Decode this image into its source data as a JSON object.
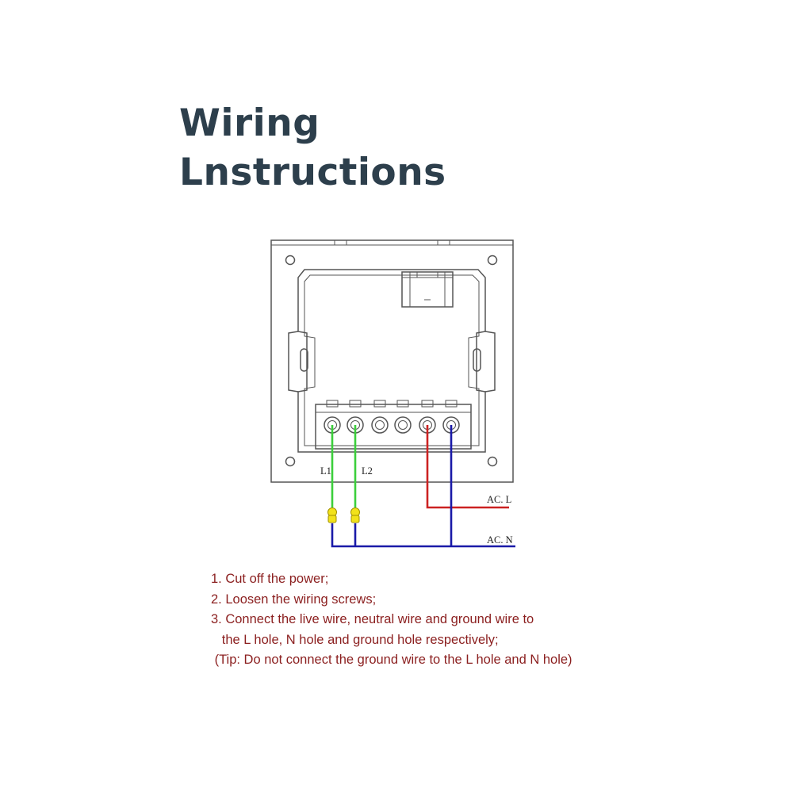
{
  "title": {
    "line1": "Wiring",
    "line2": "Lnstructions"
  },
  "diagram": {
    "labels": {
      "l1": "L1",
      "l2": "L2",
      "ac_l": "AC. L",
      "ac_n": "AC. N"
    },
    "colors": {
      "outline": "#555555",
      "l_wires": "#3ccf3c",
      "live_wire": "#cc2222",
      "neutral_wire": "#1a1aa8",
      "connector": "#f2e21a"
    }
  },
  "instructions": [
    "1. Cut off the power;",
    "2. Loosen the wiring screws;",
    "3. Connect the live wire, neutral wire and ground wire to",
    "   the L hole, N hole and ground hole respectively;",
    " (Tip: Do not connect the ground wire to the L hole and N hole)"
  ]
}
